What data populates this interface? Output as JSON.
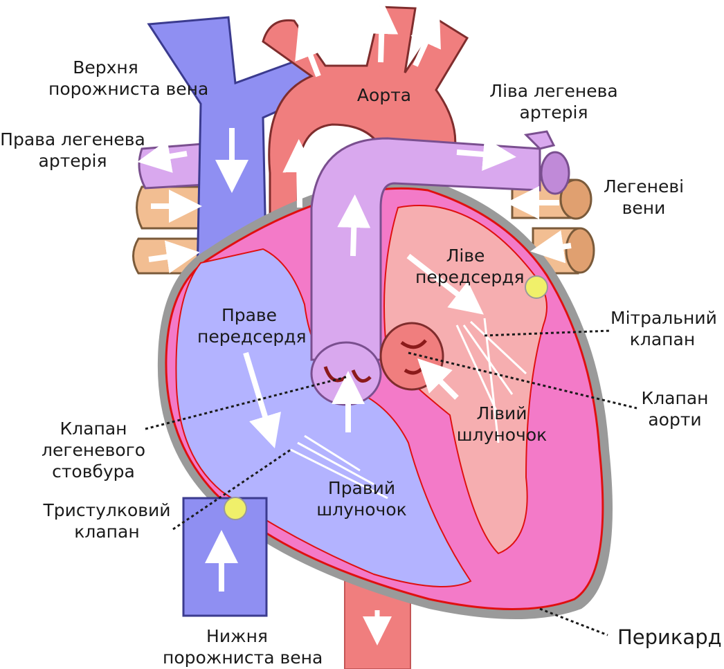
{
  "labels": {
    "svc": [
      "Верхня",
      "порожниста вена"
    ],
    "aorta": [
      "Аорта"
    ],
    "lpa": [
      "Ліва легенева",
      "артерія"
    ],
    "rpa": [
      "Права легенева",
      "артерія"
    ],
    "pv": [
      "Легеневі",
      "вени"
    ],
    "la": [
      "Ліве",
      "передсердя"
    ],
    "ra": [
      "Праве",
      "передсердя"
    ],
    "mitral": [
      "Мітральний",
      "клапан"
    ],
    "aortic_valve": [
      "Клапан",
      "аорти"
    ],
    "lv": [
      "Лівий",
      "шлуночок"
    ],
    "pulm_valve": [
      "Клапан",
      "легеневого",
      "стовбура"
    ],
    "rv": [
      "Правий",
      "шлуночок"
    ],
    "tricuspid": [
      "Тристулковий",
      "клапан"
    ],
    "ivc": [
      "Нижня",
      "порожниста вена"
    ],
    "pericardium": [
      "Перикард"
    ]
  },
  "colors": {
    "vein_blue": "#8f8ff2",
    "vein_blue_dark": "#6e6ed0",
    "artery_red": "#f07e7e",
    "artery_red_dark": "#d95f5f",
    "pulmonary_purple": "#d9a8ee",
    "pulmonary_purple_dark": "#b27fce",
    "pulm_vein_orange": "#f2be92",
    "myocardium_pink": "#f37ac8",
    "pericardium_gray": "#9a9a9a",
    "left_chamber": "#f6aeb0",
    "right_chamber": "#b3b3ff",
    "outline_red": "#e01010"
  }
}
